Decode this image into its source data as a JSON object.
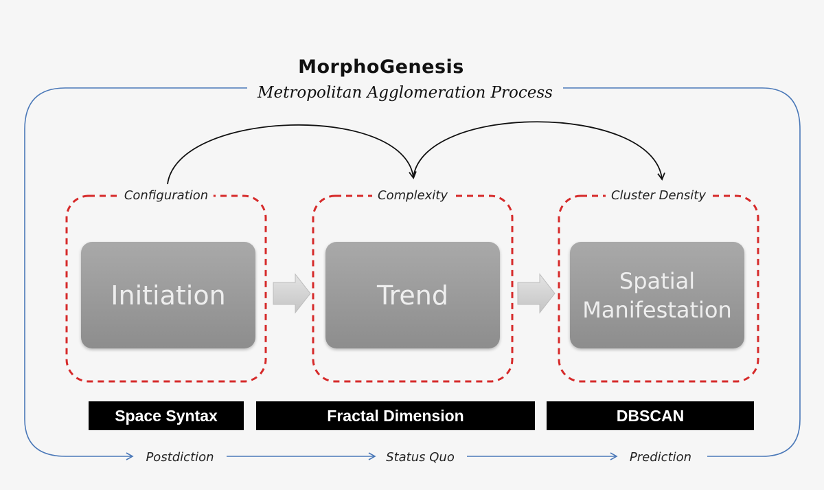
{
  "diagram": {
    "title": "MorphoGenesis",
    "subtitle": "Metropolitan Agglomeration Process",
    "stages": [
      {
        "group": "Configuration",
        "box": "Initiation",
        "method": "Space Syntax",
        "time": "Postdiction"
      },
      {
        "group": "Complexity",
        "box": "Trend",
        "method": "Fractal Dimension",
        "time": "Status Quo"
      },
      {
        "group": "Cluster Density",
        "box": "Spatial Manifestation",
        "method": "DBSCAN",
        "time": "Prediction"
      }
    ],
    "colors": {
      "outline": "#4a78b8",
      "dashed": "#d62a2a",
      "box": "#9a9a9a",
      "method_bg": "#000000",
      "process_arrow": "#d4d4d4"
    }
  }
}
